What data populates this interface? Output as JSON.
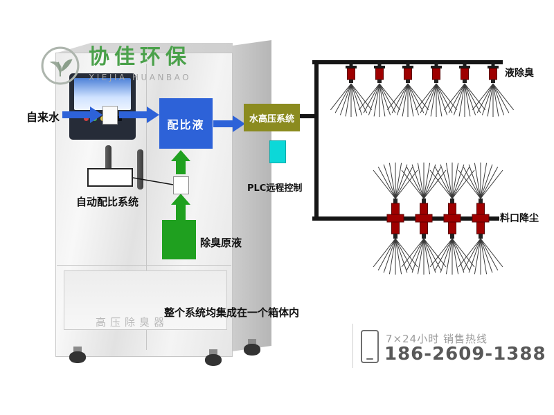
{
  "logo": {
    "name_cn": "协佳环保",
    "name_en": "XIEJIA HUANBAO"
  },
  "diagram": {
    "tap_water": "自来水",
    "mix_liquid": "配比液",
    "high_pressure_system": "水高压系统",
    "plc_remote": "PLC远程控制",
    "auto_mix_system": "自动配比系统",
    "deodorant_stock": "除臭原液",
    "integration_note": "整个系统均集成在一个箱体内",
    "machine_label": "高压除臭器"
  },
  "spray": {
    "top": {
      "label": "液除臭",
      "nozzle_count": 6
    },
    "bottom": {
      "label": "料口降尘",
      "nozzle_count": 4
    }
  },
  "contact": {
    "hotline_label": "7×24小时  销售热线",
    "phone": "186-2609-1388"
  },
  "colors": {
    "brand_green": "#4ba14b",
    "flow_blue": "#2d62d8",
    "flow_green": "#1fa01f",
    "olive": "#8b8b1f",
    "cyan": "#0cd8d8",
    "nozzle_red": "#9e0000",
    "pipe_black": "#151515"
  }
}
